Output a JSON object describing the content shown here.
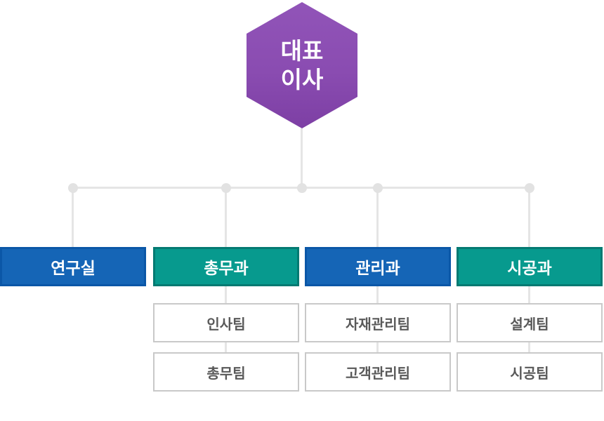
{
  "root_node": {
    "label": "대표\n이사"
  },
  "departments": [
    {
      "label": "연구실",
      "style": "blue",
      "teams": []
    },
    {
      "label": "총무과",
      "style": "teal",
      "teams": [
        {
          "label": "인사팀"
        },
        {
          "label": "총무팀"
        }
      ]
    },
    {
      "label": "관리과",
      "style": "blue",
      "teams": [
        {
          "label": "자재관리팀"
        },
        {
          "label": "고객관리팀"
        }
      ]
    },
    {
      "label": "시공과",
      "style": "teal",
      "teams": [
        {
          "label": "설계팀"
        },
        {
          "label": "시공팀"
        }
      ]
    }
  ],
  "colors": {
    "background": "#ffffff",
    "root_fill": "#8a4cb1",
    "root_fill_top": "#9154b8",
    "root_fill_bottom": "#7d3fa4",
    "dept_blue_fill": "#1565b6",
    "dept_blue_border": "#0b57a7",
    "dept_teal_fill": "#079a8e",
    "dept_teal_border": "#047a72",
    "team_border": "#c9c9c9",
    "team_text": "#595959",
    "connector": "#e5e5e5",
    "connector_dot": "#e2e2e2"
  }
}
